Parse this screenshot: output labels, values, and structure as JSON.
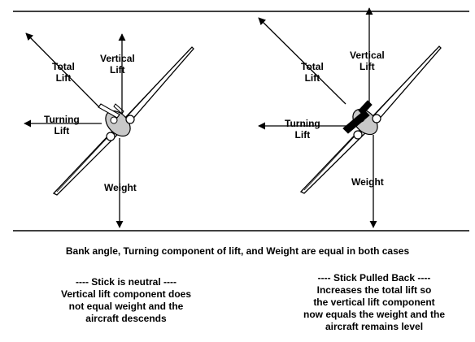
{
  "colors": {
    "line": "#000000",
    "background": "#ffffff",
    "fuselage_shade": "#c8c8c8"
  },
  "left_panel": {
    "total_lift": [
      "Total",
      "Lift"
    ],
    "vertical_lift": [
      "Vertical",
      "Lift"
    ],
    "turning_lift": [
      "Turning",
      "Lift"
    ],
    "weight": "Weight",
    "elevator_deflection": "neutral"
  },
  "right_panel": {
    "total_lift": [
      "Total",
      "Lift"
    ],
    "vertical_lift": [
      "Vertical",
      "Lift"
    ],
    "turning_lift": [
      "Turning",
      "Lift"
    ],
    "weight": "Weight",
    "elevator_deflection": "up"
  },
  "summary": "Bank angle, Turning component of lift, and Weight are equal in both cases",
  "left_caption": [
    "---- Stick is neutral ----",
    "Vertical lift component does",
    "not equal weight and the",
    "aircraft descends"
  ],
  "right_caption": [
    "---- Stick Pulled Back ----",
    "Increases the total lift so",
    "the vertical lift component",
    "now equals the weight and the",
    "aircraft remains level"
  ]
}
